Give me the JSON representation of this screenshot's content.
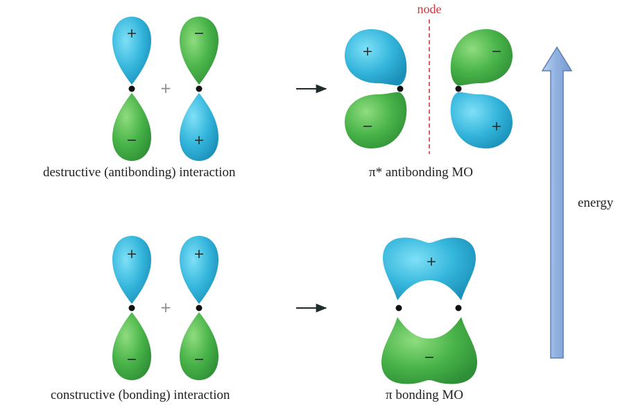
{
  "colors": {
    "blue_lobe": "#35b6dc",
    "green_lobe": "#49b449",
    "node_line": "#d0383f",
    "arrow_fill": "#9fbde6",
    "arrow_stroke": "#5d7fb3"
  },
  "top_row": {
    "left_caption": "destructive (antibonding) interaction",
    "right_caption": "π* antibonding MO",
    "node_label": "node",
    "plus_between": "+",
    "p1": {
      "upper_sign": "+",
      "lower_sign": "−"
    },
    "p2": {
      "upper_sign": "−",
      "lower_sign": "+"
    },
    "mo": {
      "ul_sign": "+",
      "ll_sign": "−",
      "ur_sign": "−",
      "lr_sign": "+"
    }
  },
  "bottom_row": {
    "left_caption": "constructive (bonding) interaction",
    "right_caption": "π bonding MO",
    "plus_between": "+",
    "p1": {
      "upper_sign": "+",
      "lower_sign": "−"
    },
    "p2": {
      "upper_sign": "+",
      "lower_sign": "−"
    },
    "mo": {
      "upper_sign": "+",
      "lower_sign": "−"
    }
  },
  "energy_axis": {
    "label": "energy"
  }
}
